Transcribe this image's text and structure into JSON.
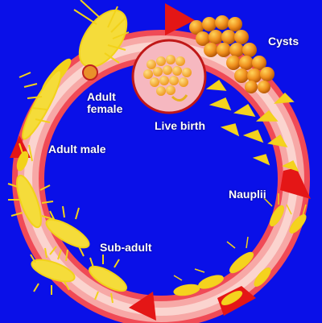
{
  "labels": {
    "cysts": "Cysts",
    "adult_female_1": "Adult",
    "adult_female_2": "female",
    "live_birth": "Live birth",
    "adult_male": "Adult male",
    "nauplii": "Nauplii",
    "sub_adult": "Sub-adult"
  },
  "colors": {
    "background": "#0a10e8",
    "ring_outer": "#f0505a",
    "ring_inner": "#f7b7b4",
    "arrow": "#e81818",
    "creature": "#f2d21a",
    "cyst": "#e98a1d"
  }
}
